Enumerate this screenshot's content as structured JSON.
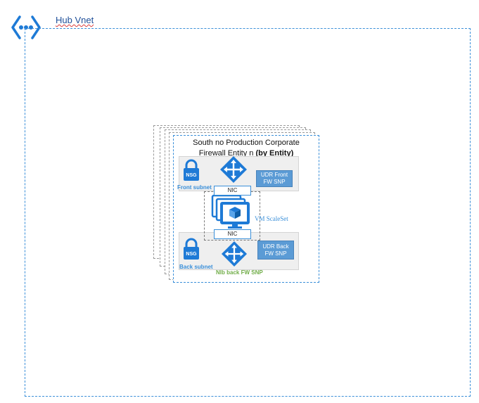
{
  "hub_vnet": {
    "title": "Hub Vnet",
    "icon": "vnet-icon"
  },
  "firewall_card": {
    "title_line1": "South no  Production Corporate",
    "title_line2": "Firewall Entity n",
    "title_bold": "(by Entity)"
  },
  "front_subnet": {
    "nsg_label": "NSG",
    "subnet_label": "Front subnet",
    "udr_label": "UDR Front\nFW SNP"
  },
  "back_subnet": {
    "nsg_label": "NSG",
    "subnet_label": "Back subnet",
    "udr_label": "UDR Back\nFW SNP",
    "nlb_label": "Nlb back FW SNP"
  },
  "scaleset": {
    "nic_top": "NIC",
    "nic_bottom": "NIC",
    "label": "VM ScaleSet"
  },
  "colors": {
    "azure_blue": "#1e7ad6",
    "udr_fill": "#5b9bd5",
    "nlb_green": "#70ad47"
  }
}
